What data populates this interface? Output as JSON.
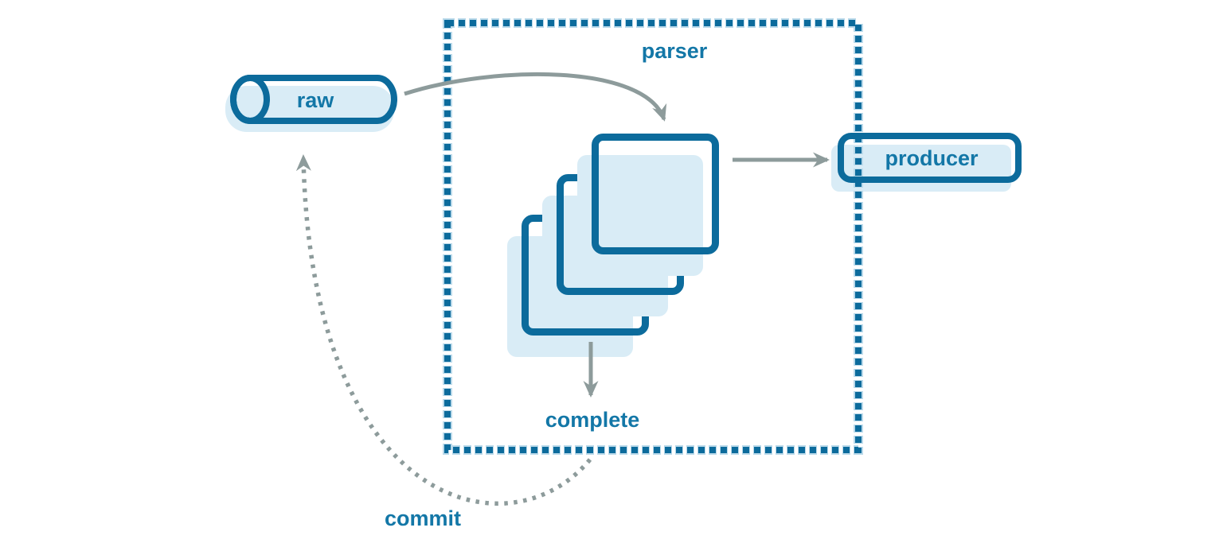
{
  "diagram": {
    "nodes": {
      "raw": {
        "label": "raw",
        "shape": "cylinder"
      },
      "parser": {
        "label": "parser",
        "shape": "dashed-container"
      },
      "message_stack": {
        "shape": "stacked-squares",
        "count": 3
      },
      "producer": {
        "label": "producer",
        "shape": "rounded-rect"
      }
    },
    "labels": {
      "complete": "complete",
      "commit": "commit"
    },
    "edges": [
      {
        "from": "raw",
        "to": "message_stack",
        "style": "solid-curved-arrow"
      },
      {
        "from": "message_stack",
        "to": "producer",
        "style": "solid-straight-arrow"
      },
      {
        "from": "message_stack",
        "to": "complete",
        "style": "solid-straight-arrow"
      },
      {
        "from": "complete",
        "to": "raw",
        "style": "dotted-curved-arrow",
        "label": "commit"
      }
    ],
    "colors": {
      "outline_blue": "#0c6b9c",
      "label_blue": "#1377a7",
      "fill_light_blue": "#d9ecf6",
      "dash_halo_blue": "#b9d9ea",
      "arrow_gray": "#8d9b9b",
      "background": "#ffffff"
    }
  }
}
